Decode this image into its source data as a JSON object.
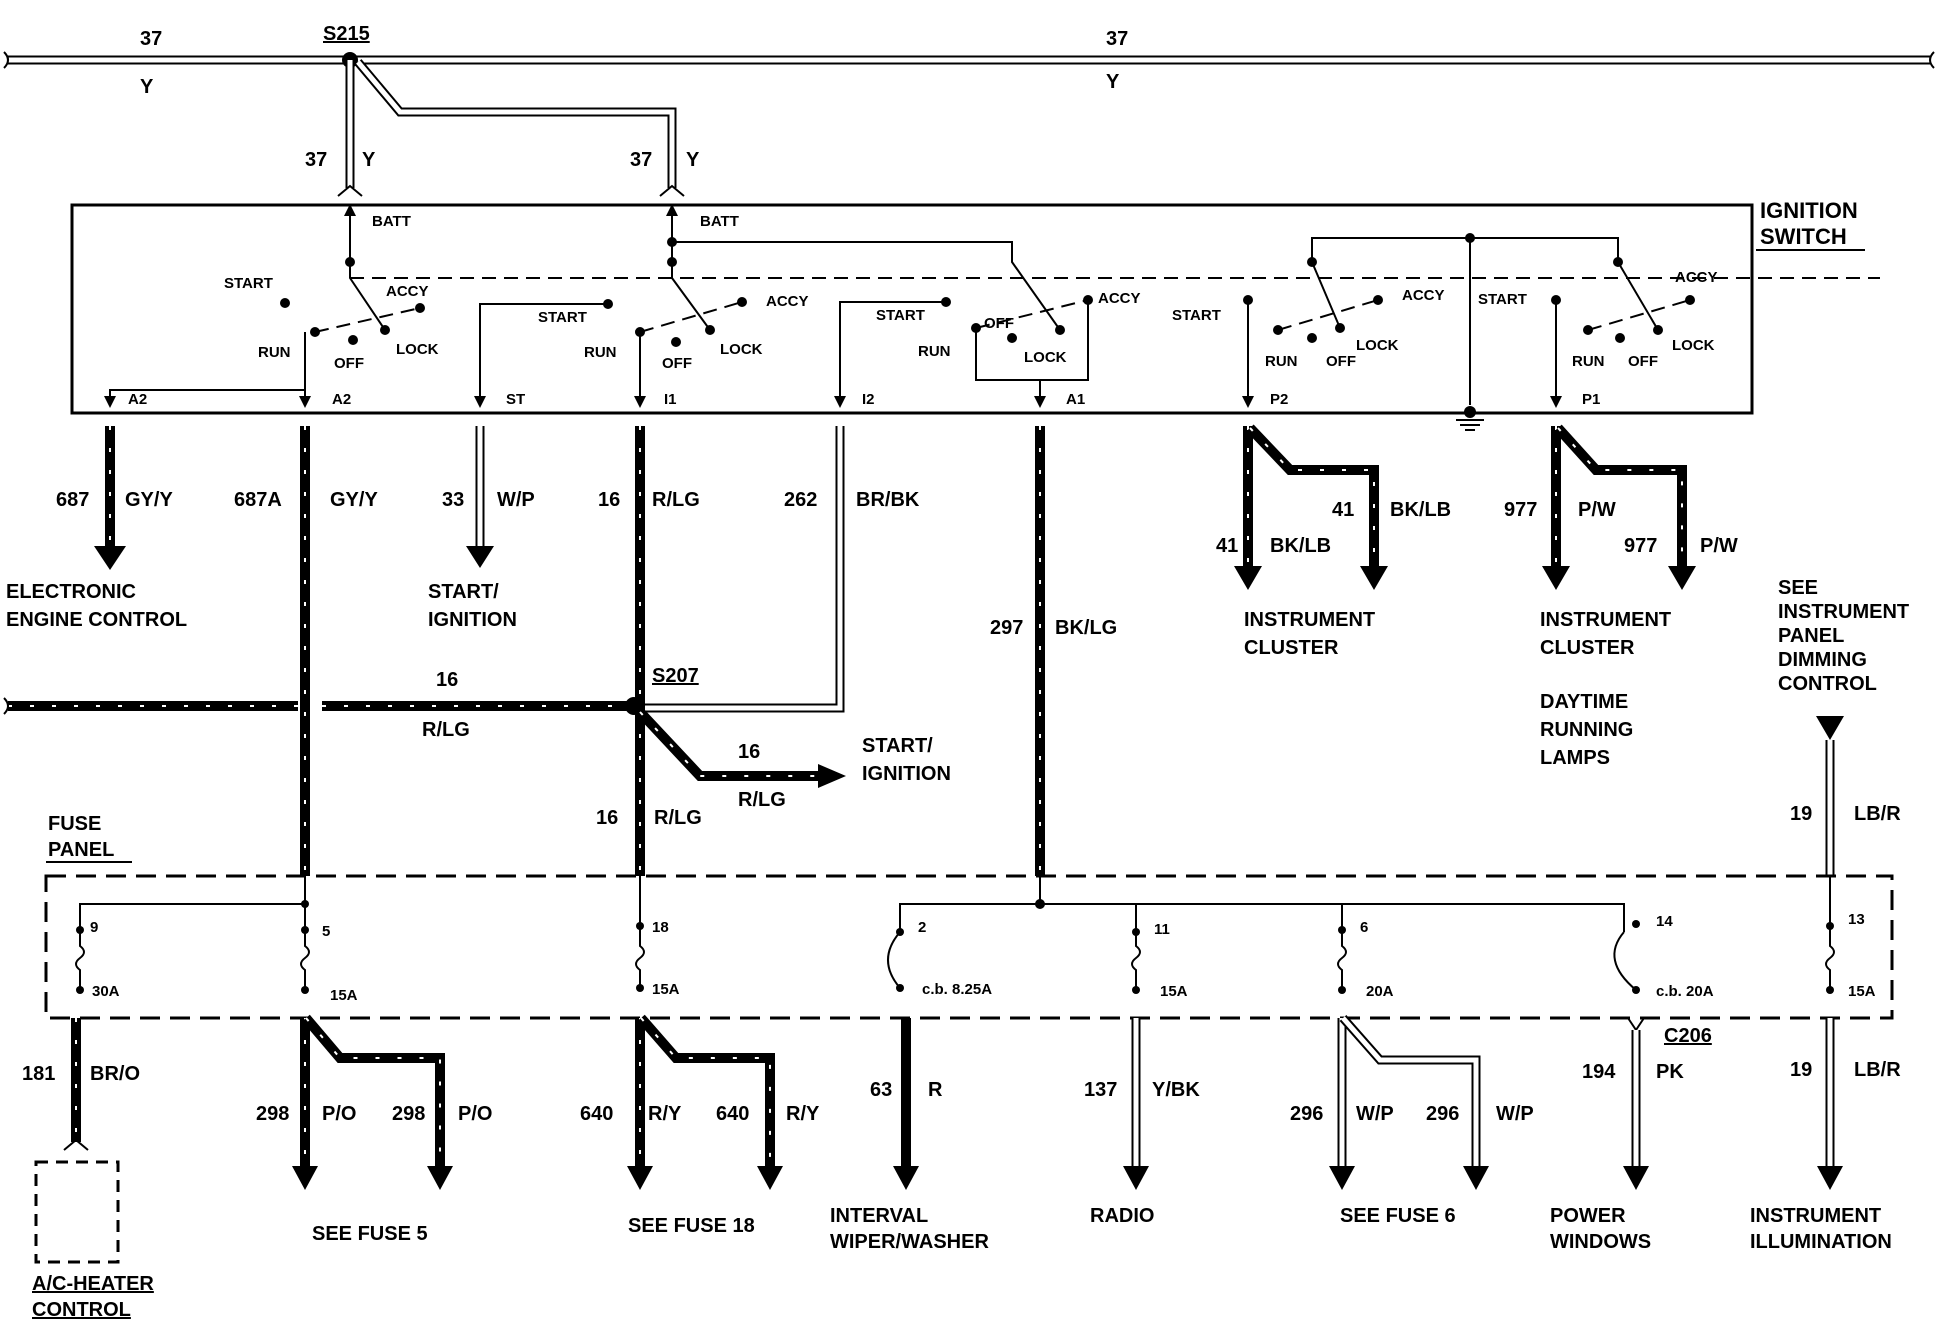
{
  "top_bus": {
    "splice": "S215",
    "circuit_left": "37",
    "color_left": "Y",
    "circuit_right": "37",
    "color_right": "Y"
  },
  "batt_feeds": [
    {
      "circuit": "37",
      "color": "Y",
      "label": "BATT"
    },
    {
      "circuit": "37",
      "color": "Y",
      "label": "BATT"
    }
  ],
  "ignition_switch": {
    "title_line1": "IGNITION",
    "title_line2": "SWITCH",
    "positions": {
      "start": "START",
      "run": "RUN",
      "off": "OFF",
      "lock": "LOCK",
      "accy": "ACCY"
    },
    "terminals": [
      "A2",
      "A2",
      "ST",
      "I1",
      "I2",
      "A1",
      "P2",
      "P1"
    ]
  },
  "circuits": {
    "c687": {
      "num": "687",
      "color": "GY/Y",
      "dest_line1": "ELECTRONIC",
      "dest_line2": "ENGINE CONTROL"
    },
    "c687a": {
      "num": "687A",
      "color": "GY/Y"
    },
    "c33": {
      "num": "33",
      "color": "W/P",
      "dest_line1": "START/",
      "dest_line2": "IGNITION"
    },
    "c16": {
      "num": "16",
      "color": "R/LG"
    },
    "c262": {
      "num": "262",
      "color": "BR/BK"
    },
    "c297": {
      "num": "297",
      "color": "BK/LG"
    },
    "c41a": {
      "num": "41",
      "color": "BK/LB"
    },
    "c41b": {
      "num": "41",
      "color": "BK/LB"
    },
    "c41_dest_line1": "INSTRUMENT",
    "c41_dest_line2": "CLUSTER",
    "c977a": {
      "num": "977",
      "color": "P/W"
    },
    "c977b": {
      "num": "977",
      "color": "P/W"
    },
    "c977_dest_line1": "INSTRUMENT",
    "c977_dest_line2": "CLUSTER",
    "c977_dest2_line1": "DAYTIME",
    "c977_dest2_line2": "RUNNING",
    "c977_dest2_line3": "LAMPS"
  },
  "splice_s207": {
    "name": "S207",
    "left_num": "16",
    "left_color": "R/LG",
    "branch_num": "16",
    "branch_color": "R/LG",
    "branch_dest_line1": "START/",
    "branch_dest_line2": "IGNITION",
    "down_num": "16",
    "down_color": "R/LG"
  },
  "dimming": {
    "line1": "SEE",
    "line2": "INSTRUMENT",
    "line3": "PANEL",
    "line4": "DIMMING",
    "line5": "CONTROL",
    "num": "19",
    "color": "LB/R"
  },
  "fuse_panel": {
    "title_line1": "FUSE",
    "title_line2": "PANEL",
    "fuses": [
      {
        "num": "9",
        "rating": "30A"
      },
      {
        "num": "5",
        "rating": "15A"
      },
      {
        "num": "18",
        "rating": "15A"
      },
      {
        "num": "2",
        "rating": "c.b. 8.25A"
      },
      {
        "num": "11",
        "rating": "15A"
      },
      {
        "num": "6",
        "rating": "20A"
      },
      {
        "num": "14",
        "rating": "c.b. 20A"
      },
      {
        "num": "13",
        "rating": "15A"
      }
    ]
  },
  "outputs": {
    "o181": {
      "num": "181",
      "color": "BR/O",
      "dest_line1": "A/C-HEATER",
      "dest_line2": "CONTROL"
    },
    "o298a": {
      "num": "298",
      "color": "P/O"
    },
    "o298b": {
      "num": "298",
      "color": "P/O"
    },
    "o298_dest": "SEE FUSE 5",
    "o640a": {
      "num": "640",
      "color": "R/Y"
    },
    "o640b": {
      "num": "640",
      "color": "R/Y"
    },
    "o640_dest": "SEE FUSE 18",
    "o63": {
      "num": "63",
      "color": "R",
      "dest_line1": "INTERVAL",
      "dest_line2": "WIPER/WASHER"
    },
    "o137": {
      "num": "137",
      "color": "Y/BK",
      "dest_line1": "RADIO"
    },
    "o296a": {
      "num": "296",
      "color": "W/P"
    },
    "o296b": {
      "num": "296",
      "color": "W/P"
    },
    "o296_dest": "SEE FUSE 6",
    "o194": {
      "num": "194",
      "color": "PK",
      "connector": "C206",
      "dest_line1": "POWER",
      "dest_line2": "WINDOWS"
    },
    "o19": {
      "num": "19",
      "color": "LB/R",
      "dest_line1": "INSTRUMENT",
      "dest_line2": "ILLUMINATION"
    }
  }
}
